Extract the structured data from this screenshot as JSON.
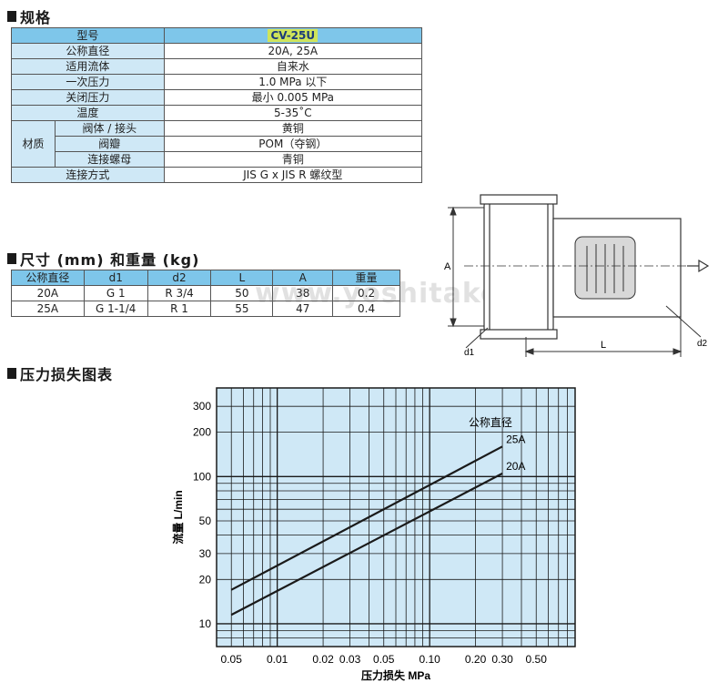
{
  "spec": {
    "title": "规格",
    "rows": [
      {
        "label": "型号",
        "value": "CV-25U"
      },
      {
        "label": "公称直径",
        "value": "20A, 25A"
      },
      {
        "label": "适用流体",
        "value": "自来水"
      },
      {
        "label": "一次压力",
        "value": "1.0 MPa 以下"
      },
      {
        "label": "关闭压力",
        "value": "最小 0.005 MPa"
      },
      {
        "label": "温度",
        "value": "5-35˚C"
      }
    ],
    "material_group": "材质",
    "material_rows": [
      {
        "label": "阀体 / 接头",
        "value": "黄铜"
      },
      {
        "label": "阀瓣",
        "value": "POM（夺钢）"
      },
      {
        "label": "连接螺母",
        "value": "青铜"
      }
    ],
    "connection": {
      "label": "连接方式",
      "value": "JIS G x JIS R 螺纹型"
    }
  },
  "dims": {
    "title": "尺寸 (mm) 和重量 (kg)",
    "headers": [
      "公称直径",
      "d1",
      "d2",
      "L",
      "A",
      "重量"
    ],
    "rows": [
      [
        "20A",
        "G 1",
        "R 3/4",
        "50",
        "38",
        "0.2"
      ],
      [
        "25A",
        "G 1-1/4",
        "R 1",
        "55",
        "47",
        "0.4"
      ]
    ]
  },
  "drawing": {
    "label_A": "A",
    "label_L": "L",
    "label_d1": "d1",
    "label_d2": "d2"
  },
  "watermark": "www.yoshitake-bj.com",
  "chart_title": "压力损失图表",
  "chart_data": {
    "type": "line",
    "xscale": "log",
    "yscale": "log",
    "xlim": [
      0.004,
      0.9
    ],
    "ylim": [
      7,
      400
    ],
    "xlabel": "压力损失 MPa",
    "ylabel": "流量 L/min",
    "xticks": [
      {
        "v": 0.005,
        "label": "0.05"
      },
      {
        "v": 0.01,
        "label": "0.01"
      },
      {
        "v": 0.02,
        "label": "0.02"
      },
      {
        "v": 0.03,
        "label": "0.03"
      },
      {
        "v": 0.05,
        "label": "0.05"
      },
      {
        "v": 0.1,
        "label": "0.10"
      },
      {
        "v": 0.2,
        "label": "0.20"
      },
      {
        "v": 0.3,
        "label": "0.30"
      },
      {
        "v": 0.5,
        "label": "0.50"
      }
    ],
    "yticks": [
      {
        "v": 10,
        "label": "10"
      },
      {
        "v": 20,
        "label": "20"
      },
      {
        "v": 30,
        "label": "30"
      },
      {
        "v": 50,
        "label": "50"
      },
      {
        "v": 100,
        "label": "100"
      },
      {
        "v": 200,
        "label": "200"
      },
      {
        "v": 300,
        "label": "300"
      }
    ],
    "legend_title": "公称直径",
    "series": [
      {
        "name": "25A",
        "points": [
          [
            0.005,
            17
          ],
          [
            0.3,
            160
          ]
        ]
      },
      {
        "name": "20A",
        "points": [
          [
            0.005,
            11.5
          ],
          [
            0.3,
            105
          ]
        ]
      }
    ],
    "grid": true,
    "background": "#cfe8f6",
    "line_color": "#1a1a1a"
  }
}
